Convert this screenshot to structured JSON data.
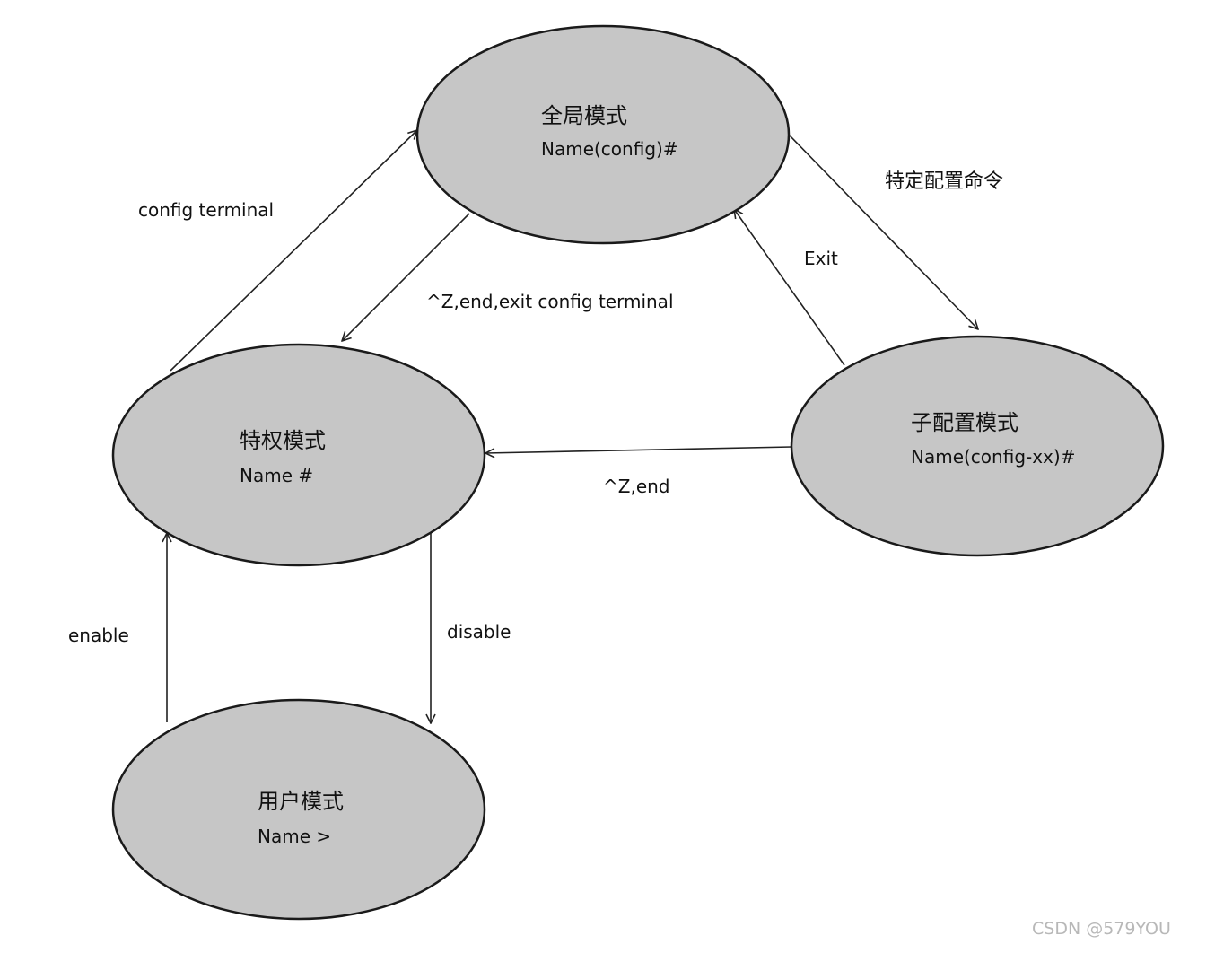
{
  "nodes": {
    "global": {
      "title": "全局模式",
      "prompt": "Name(config)#"
    },
    "privileged": {
      "title": "特权模式",
      "prompt": "Name #"
    },
    "subconfig": {
      "title": "子配置模式",
      "prompt": "Name(config-xx)#"
    },
    "user": {
      "title": "用户模式",
      "prompt": "Name >"
    }
  },
  "edges": {
    "config_terminal": "config terminal",
    "exit_config": "^Z,end,exit config terminal",
    "specific_command": "特定配置命令",
    "exit": "Exit",
    "z_end": "^Z,end",
    "enable": "enable",
    "disable": "disable"
  },
  "watermark": "CSDN @579YOU",
  "colors": {
    "node_fill": "#c6c6c6",
    "node_stroke": "#1a1a1a",
    "line": "#222222",
    "watermark": "#b8b8b8"
  }
}
